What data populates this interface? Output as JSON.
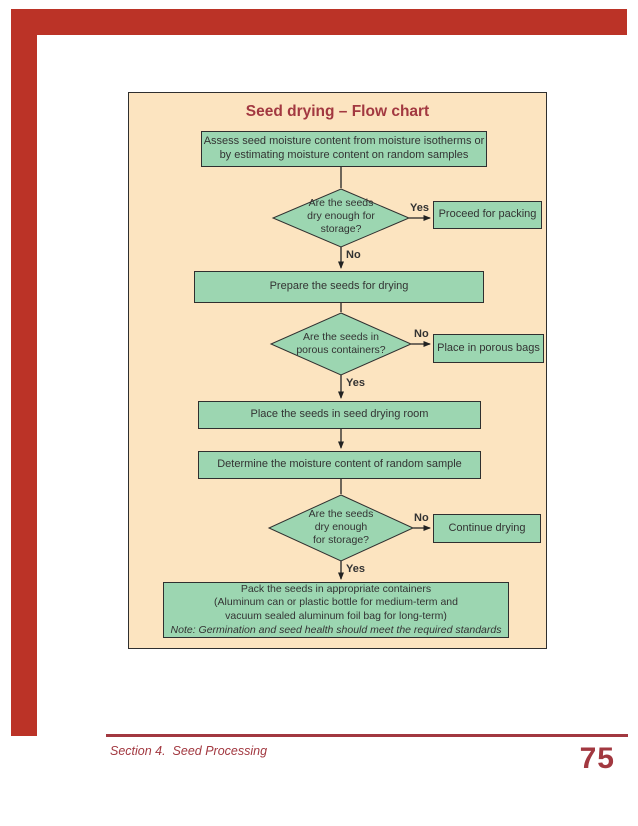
{
  "colors": {
    "bar_red": "#bb3327",
    "accent_red": "#a23840",
    "node_green": "#9cd6b1",
    "canvas_cream": "#fce4c0",
    "border_dark": "#2f2f2f",
    "line_dark": "#222222",
    "text_dark": "#333333"
  },
  "flowchart": {
    "title": "Seed drying – Flow chart",
    "steps": {
      "assess": "Assess seed moisture content from moisture isotherms or\nby estimating moisture content on random samples",
      "decision_dry_storage_1": "Are the seeds\ndry enough for\nstorage?",
      "proceed_packing": "Proceed for packing",
      "prepare": "Prepare the seeds for drying",
      "decision_porous": "Are the seeds in\nporous containers?",
      "porous_bags": "Place in porous bags",
      "drying_room": "Place the seeds in seed drying room",
      "determine_moisture": "Determine the moisture content of random sample",
      "decision_dry_storage_2": "Are the seeds\ndry enough\nfor storage?",
      "continue_drying": "Continue drying",
      "pack": "Pack the seeds in appropriate containers\n(Aluminum can or plastic bottle for medium-term and\nvacuum sealed aluminum foil bag for long-term)",
      "pack_note": "Note: Germination and seed health should meet the required standards"
    },
    "labels": {
      "yes": "Yes",
      "no": "No"
    }
  },
  "footer": {
    "section": "Section 4.  Seed Processing",
    "page_number": "75"
  }
}
